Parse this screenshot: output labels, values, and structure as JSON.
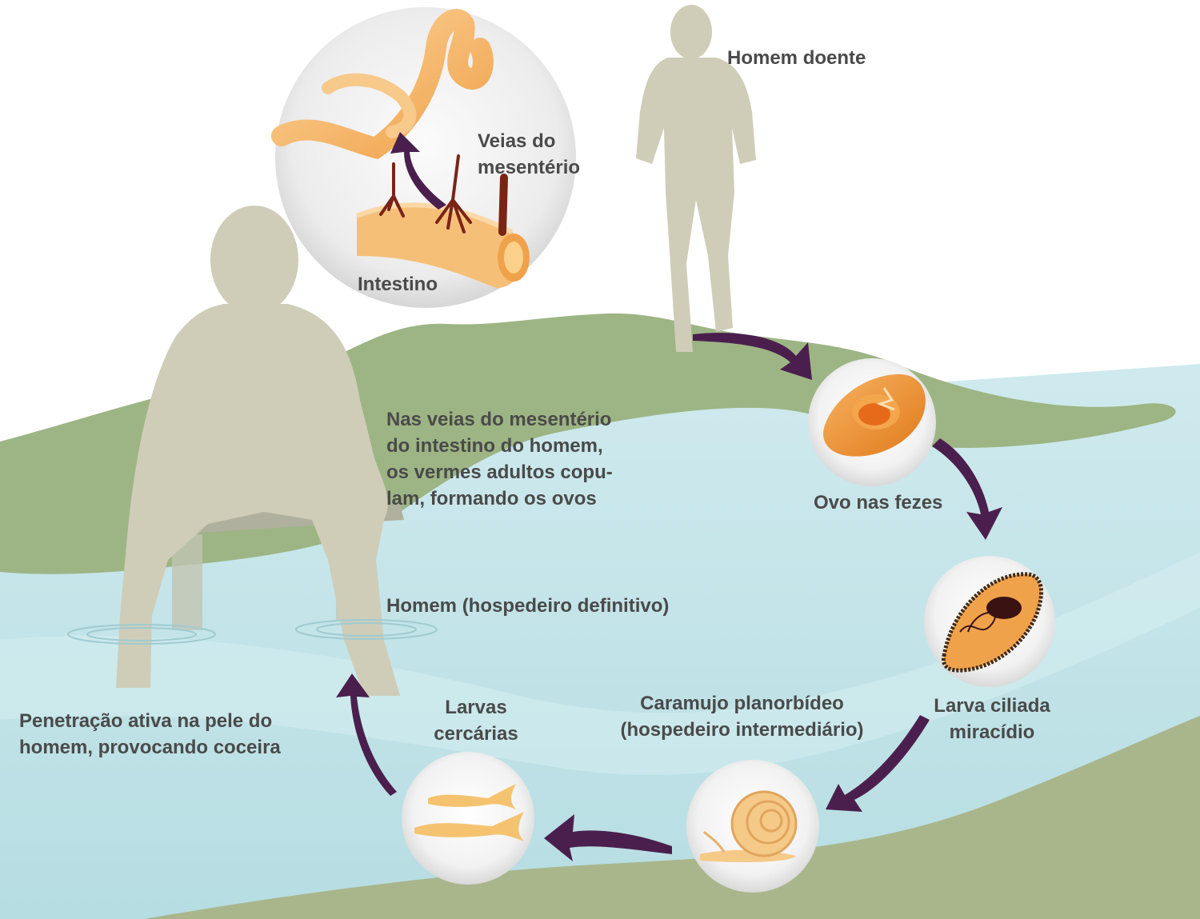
{
  "labels": {
    "homem_doente": "Homem doente",
    "veias_mesenterio": "Veias do mesentério",
    "intestino": "Intestino",
    "nas_veias_lines": [
      "Nas veias do mesentério",
      "do intestino do homem,",
      "os vermes adultos copu-",
      "lam, formando os ovos"
    ],
    "ovo_fezes": "Ovo nas fezes",
    "larva_ciliada_lines": [
      "Larva ciliada",
      "miracídio"
    ],
    "homem_definitivo": "Homem (hospedeiro definitivo)",
    "caramujo_lines": [
      "Caramujo planorbídeo",
      "(hospedeiro intermediário)"
    ],
    "larvas_lines": [
      "Larvas",
      "cercárias"
    ],
    "penetracao_lines": [
      "Penetração ativa na pele do",
      "homem, provocando coceira"
    ]
  },
  "colors": {
    "water": "#bfe3e8",
    "land_green": "#9db584",
    "land_olive": "#a9b68c",
    "human": "#cfcdb8",
    "arrow": "#4a1f4e",
    "worm": "#f2b66b",
    "vein": "#7a2416",
    "label_text": "#4a4a4a"
  },
  "icons": [
    "worm-icon",
    "vein-icon",
    "intestine-icon",
    "egg-icon",
    "miracidium-icon",
    "snail-icon",
    "cercaria-icon"
  ]
}
